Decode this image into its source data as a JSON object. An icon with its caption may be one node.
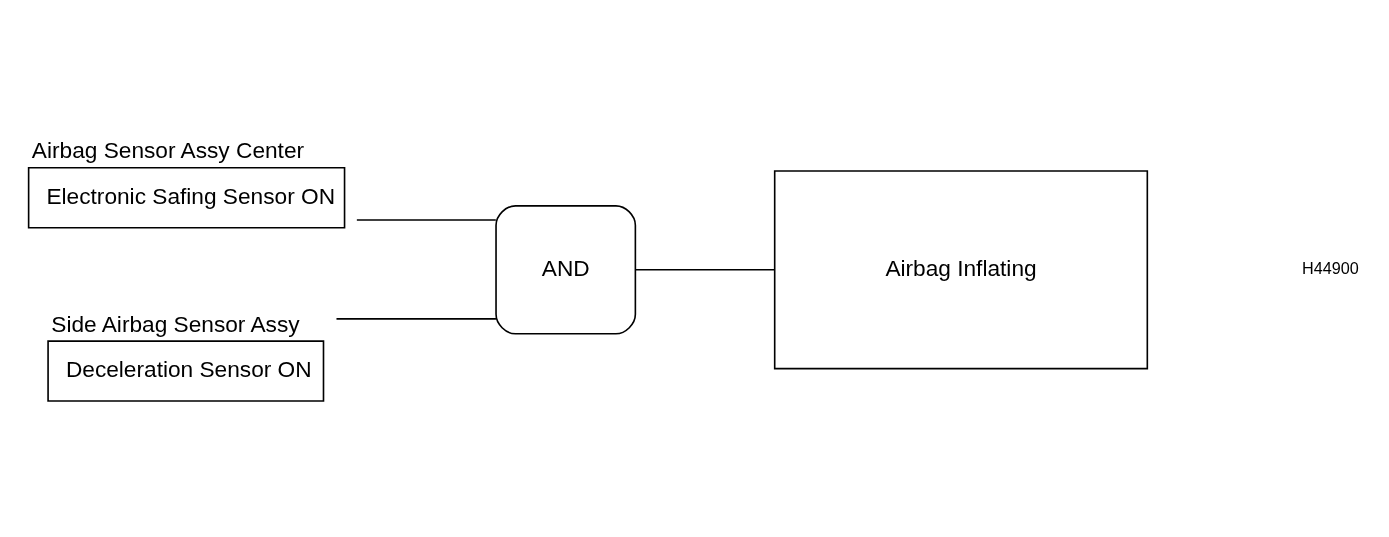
{
  "diagram": {
    "nodes": [
      {
        "text": [
          "Airbag Sensor Assy Center",
          "Electronic Safing Sensor ON"
        ]
      },
      {
        "text": [
          "Side Airbag Sensor Assy",
          "Deceleration Sensor ON"
        ]
      },
      {
        "text": [
          "AND"
        ]
      },
      {
        "text": [
          "Airbag Inflating"
        ]
      }
    ],
    "edges": [
      {
        "from": 0,
        "to": 2,
        "arrow": "none"
      },
      {
        "from": 1,
        "to": 2,
        "arrow": "none"
      },
      {
        "from": 2,
        "to": 3,
        "arrow": "none"
      }
    ],
    "labels": [
      "H44900"
    ]
  }
}
